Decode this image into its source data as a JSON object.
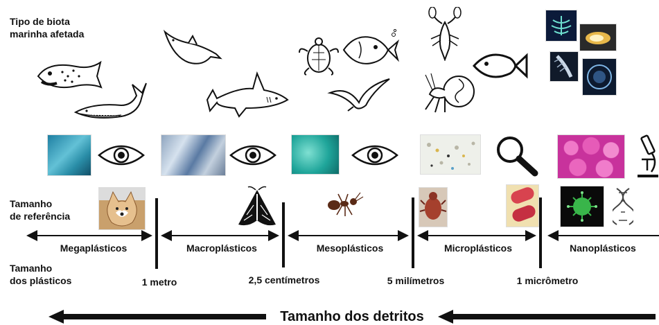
{
  "row_labels": {
    "biota": "Tipo de biota\nmarinha afetada",
    "reference": "Tamanho\nde referência",
    "plastic_size": "Tamanho\ndos plásticos"
  },
  "categories": [
    "Megaplásticos",
    "Macroplásticos",
    "Mesoplásticos",
    "Microplásticos",
    "Nanoplásticos"
  ],
  "thresholds": [
    "1 metro",
    "2,5 centímetros",
    "5 milímetros",
    "1 micrômetro"
  ],
  "footer": {
    "title": "Tamanho dos detritos"
  },
  "colors": {
    "ink": "#111111",
    "nano_pink": "#d23aa6",
    "virus_green": "#39b54a",
    "bacteria_red": "#d8434f"
  },
  "icons": [
    "eye-icon",
    "magnifier-icon",
    "microscope-icon",
    "dna-icon"
  ]
}
